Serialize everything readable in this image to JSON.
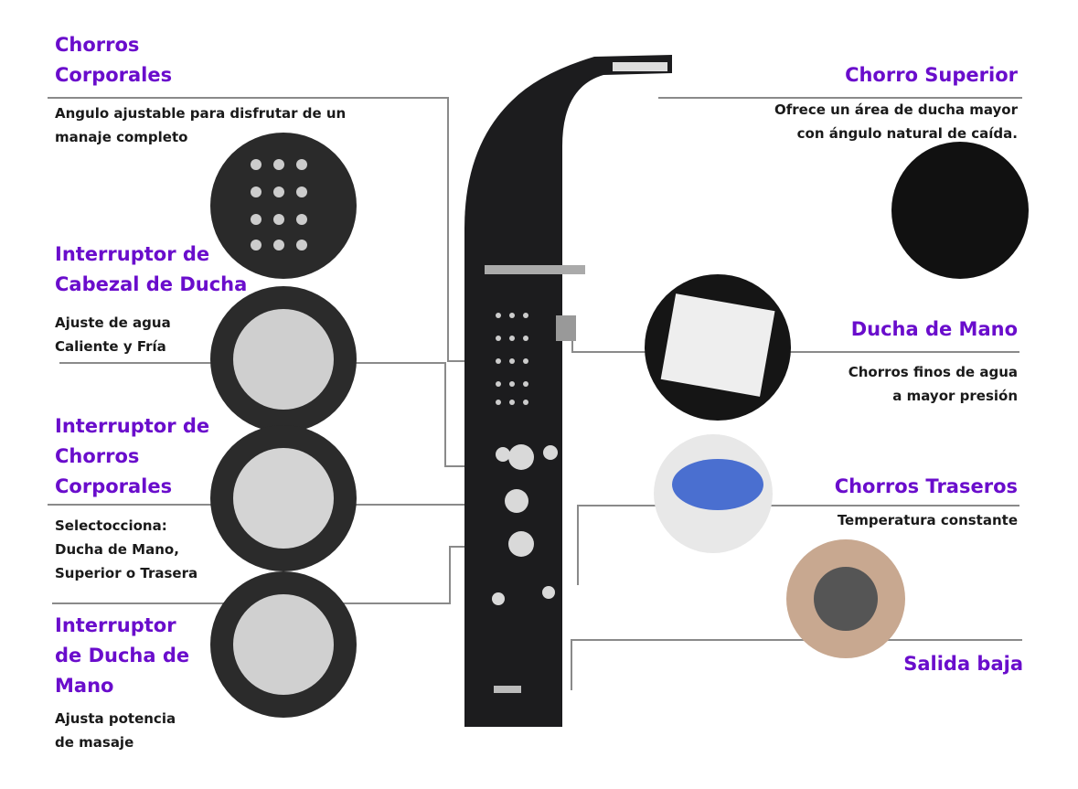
{
  "colors": {
    "heading": "#6a0dcc",
    "text": "#1a1a1a",
    "line": "#8a8a8a",
    "panel": "#1c1c1e"
  },
  "left": [
    {
      "title": [
        "Chorros",
        "Corporales"
      ],
      "desc": [
        "Angulo ajustable para disfrutar de un",
        "manaje completo"
      ]
    },
    {
      "title": [
        "Interruptor de",
        "Cabezal de Ducha"
      ],
      "desc": [
        "Ajuste de agua",
        "Caliente y Fría"
      ]
    },
    {
      "title": [
        "Interruptor de",
        "Chorros",
        "Corporales"
      ],
      "desc": [
        "Selectocciona:",
        "Ducha de Mano,",
        "Superior o Trasera"
      ]
    },
    {
      "title": [
        "Interruptor",
        "de Ducha de",
        "Mano"
      ],
      "desc": [
        "Ajusta potencia",
        "de masaje"
      ]
    }
  ],
  "right": [
    {
      "title": [
        "Chorro Superior"
      ],
      "desc": [
        "Ofrece un área de ducha mayor",
        "con ángulo natural de caída."
      ]
    },
    {
      "title": [
        "Ducha de Mano"
      ],
      "desc": [
        "Chorros finos de agua",
        "a mayor presión"
      ]
    },
    {
      "title": [
        "Chorros Traseros"
      ],
      "desc": [
        "Temperatura constante"
      ]
    },
    {
      "title": [
        "Salida baja"
      ],
      "desc": []
    }
  ]
}
